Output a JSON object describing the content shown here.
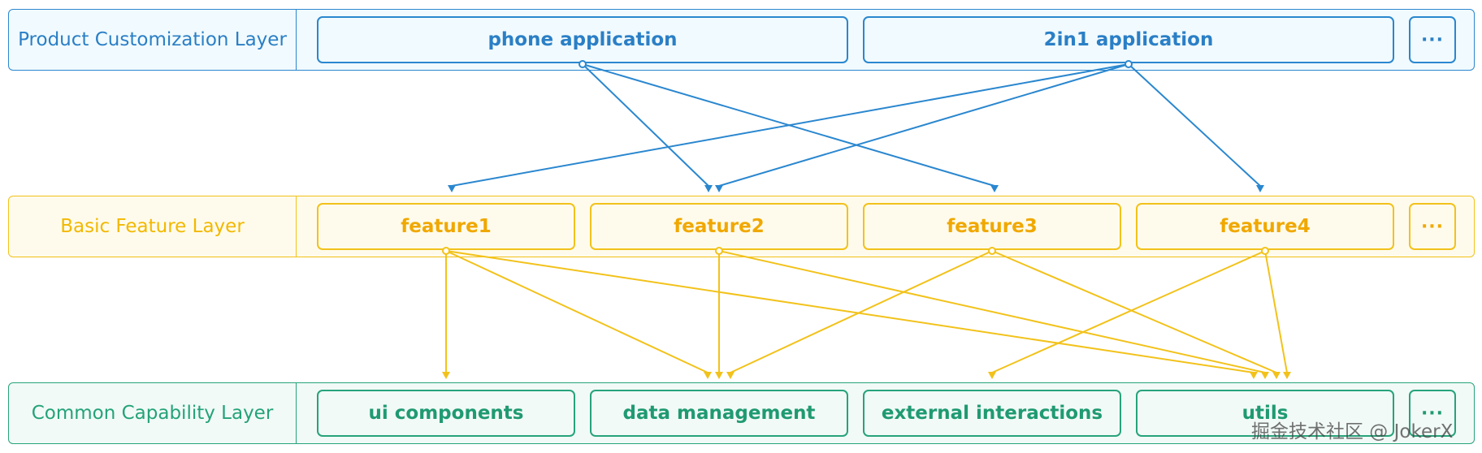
{
  "colors": {
    "product": "#2a87cf",
    "feature": "#f2c21a",
    "common": "#27a37c"
  },
  "layers": {
    "product": {
      "label": "Product Customization Layer",
      "items": [
        "phone application",
        "2in1 application"
      ],
      "more": "···"
    },
    "feature": {
      "label": "Basic Feature Layer",
      "items": [
        "feature1",
        "feature2",
        "feature3",
        "feature4"
      ],
      "more": "···"
    },
    "common": {
      "label": "Common Capability Layer",
      "items": [
        "ui components",
        "data management",
        "external interactions",
        "utils"
      ],
      "more": "···"
    }
  },
  "dependencies": [
    {
      "from": "phone application",
      "to": "feature2"
    },
    {
      "from": "phone application",
      "to": "feature3"
    },
    {
      "from": "2in1 application",
      "to": "feature1"
    },
    {
      "from": "2in1 application",
      "to": "feature2"
    },
    {
      "from": "2in1 application",
      "to": "feature4"
    },
    {
      "from": "feature1",
      "to": "ui components"
    },
    {
      "from": "feature1",
      "to": "data management"
    },
    {
      "from": "feature1",
      "to": "utils"
    },
    {
      "from": "feature2",
      "to": "data management"
    },
    {
      "from": "feature2",
      "to": "utils"
    },
    {
      "from": "feature3",
      "to": "data management"
    },
    {
      "from": "feature3",
      "to": "utils"
    },
    {
      "from": "feature4",
      "to": "external interactions"
    },
    {
      "from": "feature4",
      "to": "utils"
    }
  ],
  "watermark": "掘金技术社区 @ JokerX"
}
